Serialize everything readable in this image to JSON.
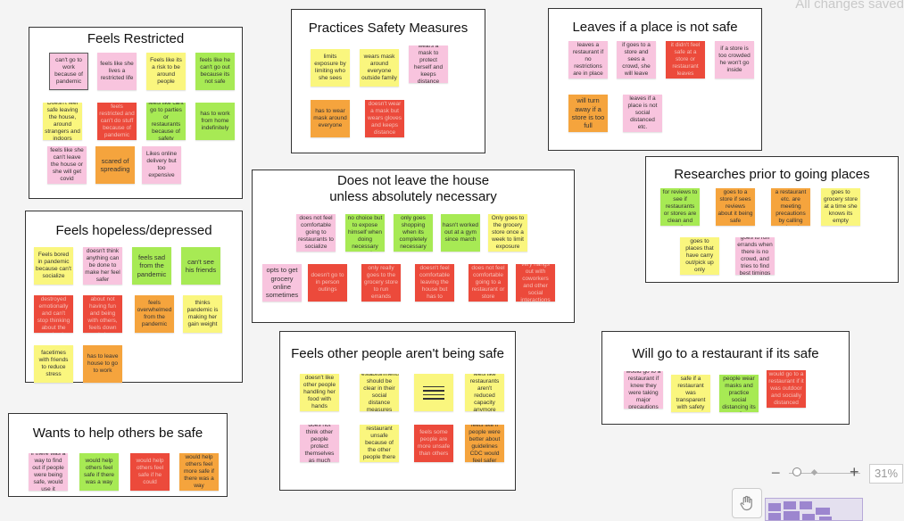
{
  "status": "All changes saved",
  "zoom": {
    "percent": "31%",
    "level": 0.31,
    "minus": "−",
    "plus": "+"
  },
  "colors": {
    "pink": "#f8c4de",
    "yellow": "#faf67e",
    "green": "#a7ea54",
    "orange": "#f5a43d",
    "red": "#ec4a3b"
  },
  "groups": [
    {
      "title": "Feels Restricted",
      "notes": [
        "can't go to work because of pandemic",
        "feels like she lives a restricted life",
        "Feels like its a risk to be around people",
        "feels like he can't go out because its not safe",
        "Doesn't feel safe leaving the house, around strangers and indoors",
        "feels restricted and can't do stuff because of pandemic",
        "feels like cant go to parties or restaurants because of safety",
        "has to work from home indefinitely",
        "feels like she can't leave the house or she will get covid",
        "scared of spreading",
        "Likes online delivery but too expensive"
      ]
    },
    {
      "title": "Practices Safety Measures",
      "notes": [
        "limits exposure by limiting who she sees",
        "wears mask around everyone outside family",
        "wears a mask to protect herself and keeps distance",
        "has to wear mask around everyone",
        "doesn't wear a mask but wears gloves and keeps distance"
      ]
    },
    {
      "title": "Leaves if a place is not safe",
      "notes": [
        "leaves a restaurant if no restrictions are in place",
        "if goes to a store and sees a crowd, she will leave",
        "it didn't feel safe at a store or restaurant leaves",
        "if a store is too crowded he won't go inside",
        "will turn away if a store is too full",
        "leaves if a place is not social distanced etc."
      ]
    },
    {
      "title": "Researches prior to going places",
      "notes": [
        "tries to look for reviews to see if restaurants or stores are clean and safe",
        "goes to a store if sees reviews about it being safe",
        "tries to see if a restaurant etc. are meeting precautions by calling ahead",
        "goes to grocery store at a time she knows its empty",
        "goes to places that have carry out/pick up only",
        "goes to run errands when there is no crowd, and tries to find best timings"
      ]
    },
    {
      "title": "Feels hopeless/depressed",
      "notes": [
        "Feels bored in pandemic because can't socialize",
        "doesn't think anything can be done to make her feel safer",
        "feels sad from the pandemic",
        "can't see his friends",
        "feels destroyed emotionally and can't stop thinking about the pandemic",
        "feels sad about not having fun and being with others, feels down and alone",
        "feels overwhelmed from the pandemic",
        "thinks pandemic is making her gain weight",
        "facetimes with friends to reduce stress",
        "has to leave house to go to work"
      ]
    },
    {
      "title": "Does not leave the house\nunless absolutely necessary",
      "notes": [
        "does not feel comfortable going to restaurants to socialize",
        "feels he has no choice but to expose himself when doing necessary errands",
        "only goes shopping when its completely necessary",
        "hasn't worked out at a gym since march",
        "Only goes to the grocery store once a week to limit exposure",
        "opts to get grocery online sometimes",
        "doesn't go to in person outings",
        "only really goes to the grocery store to run errands",
        "doesn't feel comfortable leaving the house but has to",
        "does not feel comfortable going to a restaurant or store",
        "very hangs out with coworkers and other social interactions"
      ]
    },
    {
      "title": "Feels other people aren't being safe",
      "notes": [
        "doesn't like other people handling her food with hands",
        "establishments should be clear in their social distance measures",
        "",
        "feels like restaurants aren't reduced capacity anymore",
        "does not think other people protect themselves as much",
        "restaurant unsafe because of the other people there",
        "feels some people are more unsafe than others",
        "feels like if people were better about guidelines CDC would feel safer"
      ]
    },
    {
      "title": "Will go to a restaurant if its safe",
      "notes": [
        "would go to a restaurant if knew they were taking major precautions",
        "would feel safe if a restaurant was transparent with safety measures",
        "feels if other people wear masks and practice social distancing its safe",
        "would go to a restaurant if it was outdoor and socially distanced"
      ]
    },
    {
      "title": "Wants to help others be safe",
      "notes": [
        "if there was a way to find out if people were being safe, would use it",
        "would help others feel safe if there was a way",
        "would help others feel safe if he could",
        "would help others feel more safe if there was a way"
      ]
    }
  ]
}
